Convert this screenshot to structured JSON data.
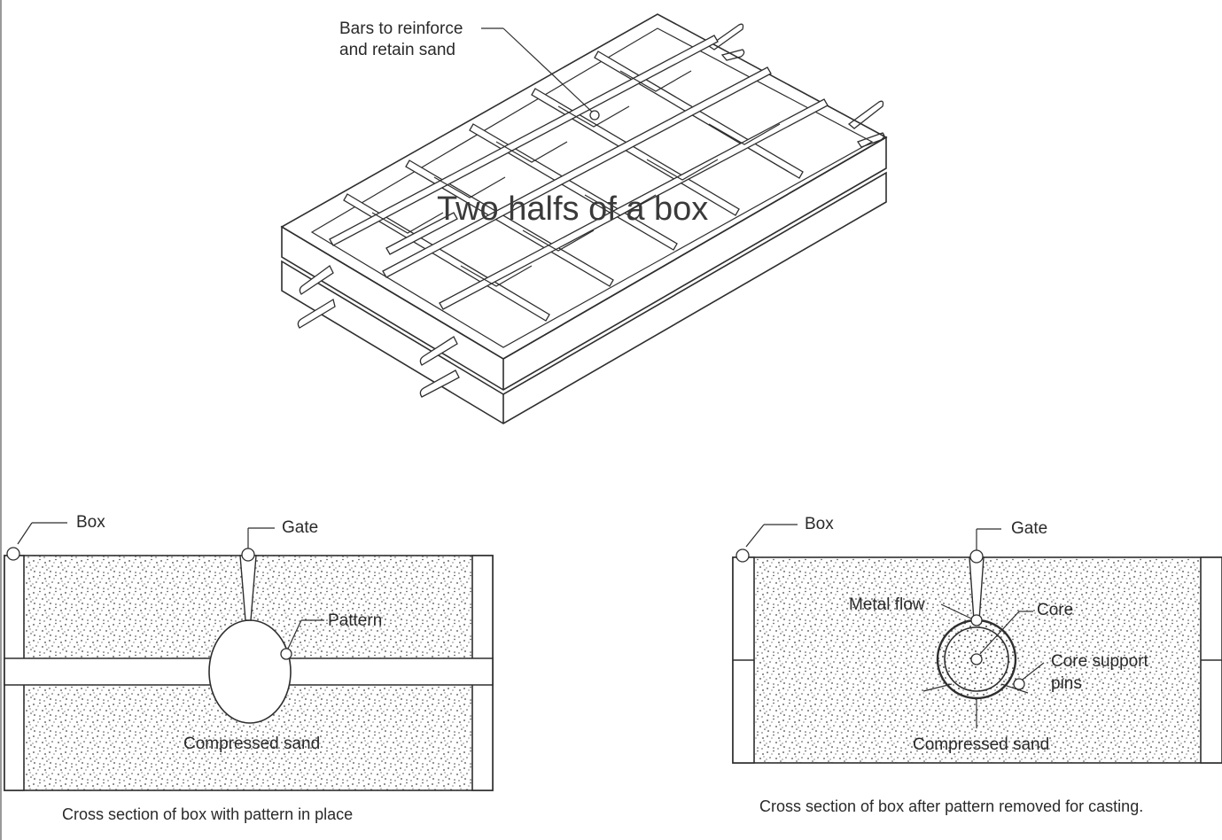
{
  "box_drawing": {
    "bars_label_line1": "Bars to reinforce",
    "bars_label_line2": "and retain sand",
    "title": "Two halfs of a box"
  },
  "left_section": {
    "box_label": "Box",
    "gate_label": "Gate",
    "pattern_label": "Pattern",
    "sand_label": "Compressed sand",
    "caption": "Cross section of box with pattern in place"
  },
  "right_section": {
    "box_label": "Box",
    "gate_label": "Gate",
    "metal_flow_label": "Metal flow",
    "core_label": "Core",
    "pins_label_line1": "Core support",
    "pins_label_line2": "pins",
    "sand_label": "Compressed sand",
    "caption": "Cross section of box after pattern removed for casting."
  }
}
